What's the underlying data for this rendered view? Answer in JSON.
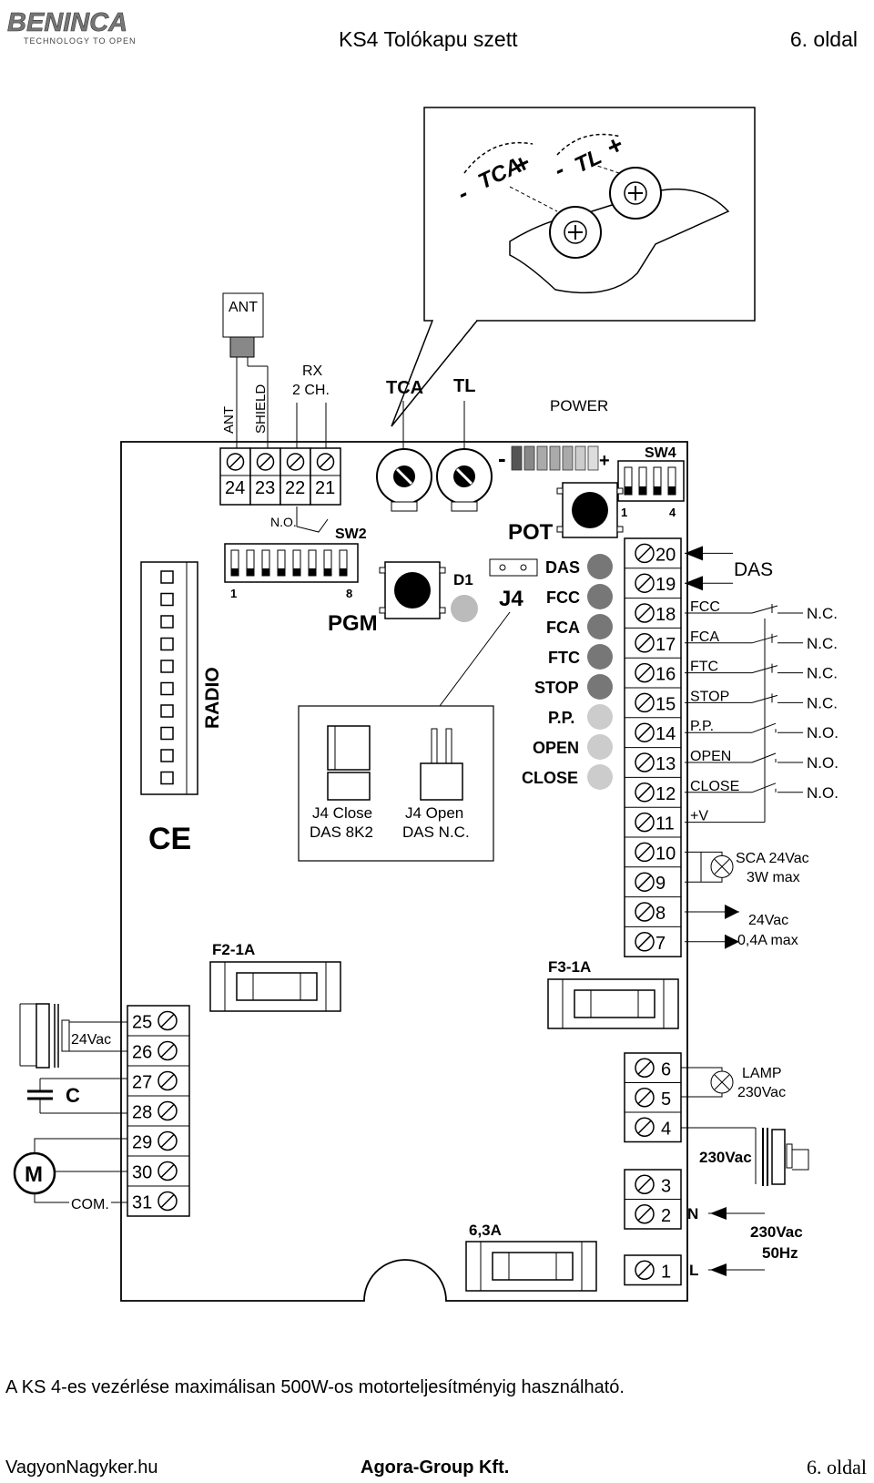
{
  "header": {
    "logo_text": "BENINCA",
    "logo_tagline": "TECHNOLOGY TO OPEN",
    "title": "KS4 Tolókapu szett",
    "page": "6. oldal"
  },
  "diagram": {
    "inset": {
      "minus1": "-",
      "tca": "TCA",
      "plus1": "+",
      "minus2": "-",
      "tl": "TL",
      "plus2": "+"
    },
    "ant_label": "ANT",
    "rx_label": "RX",
    "rx_ch": "2 CH.",
    "ant_vert": "ANT",
    "shield_vert": "SHIELD",
    "no_label": "N.O.",
    "sw2": "SW2",
    "sw2_1": "1",
    "sw2_8": "8",
    "tca": "TCA",
    "tl": "TL",
    "power": "POWER",
    "power_minus": "-",
    "power_plus": "+",
    "sw4": "SW4",
    "sw4_1": "1",
    "sw4_4": "4",
    "pot": "POT",
    "pgm": "PGM",
    "d1": "D1",
    "j4": "J4",
    "radio": "RADIO",
    "ce": "CE",
    "j4_close": "J4 Close",
    "das_8k2": "DAS 8K2",
    "j4_open": "J4 Open",
    "das_nc": "DAS N.C.",
    "leds": [
      "DAS",
      "FCC",
      "FCA",
      "FTC",
      "STOP",
      "P.P.",
      "OPEN",
      "CLOSE"
    ],
    "top_terminals": [
      "24",
      "23",
      "22",
      "21"
    ],
    "right_terminals": [
      "20",
      "19",
      "18",
      "17",
      "16",
      "15",
      "14",
      "13",
      "12",
      "11",
      "10",
      "9",
      "8",
      "7"
    ],
    "das_label": "DAS",
    "inputs": [
      "FCC",
      "FCA",
      "FTC",
      "STOP",
      "P.P.",
      "OPEN",
      "CLOSE",
      "+V"
    ],
    "contacts": [
      "N.C.",
      "N.C.",
      "N.C.",
      "N.C.",
      "N.O.",
      "N.O.",
      "N.O."
    ],
    "sca_1": "SCA 24Vac",
    "sca_2": "3W max",
    "out_1": "24Vac",
    "out_2": "0,4A max",
    "f2": "F2-1A",
    "f3": "F3-1A",
    "fuse_main": "6,3A",
    "left_terminals": [
      "25",
      "26",
      "27",
      "28",
      "29",
      "30",
      "31"
    ],
    "trafo_24": "24Vac",
    "cap_c": "C",
    "motor_m": "M",
    "com": "COM.",
    "lamp_terminals": [
      "6",
      "5",
      "4"
    ],
    "lamp_1": "LAMP",
    "lamp_2": "230Vac",
    "trafo_230": "230Vac",
    "power_terminals": [
      "3",
      "2"
    ],
    "n": "N",
    "l": "L",
    "mains_1": "230Vac",
    "mains_2": "50Hz",
    "term1": "1"
  },
  "caption": "A KS 4-es vezérlése maximálisan 500W-os motorteljesítményig használható.",
  "footer": {
    "left": "VagyonNagyker.hu",
    "center": "Agora-Group Kft.",
    "right": "6. oldal"
  }
}
